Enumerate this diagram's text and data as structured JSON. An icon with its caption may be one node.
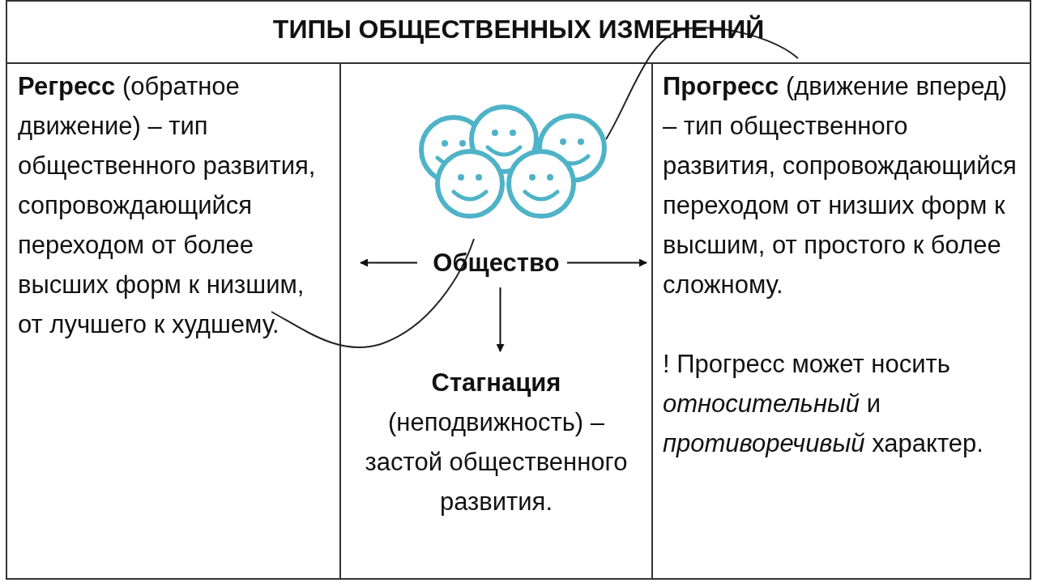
{
  "diagram": {
    "title": "ТИПЫ ОБЩЕСТВЕННЫХ ИЗМЕНЕНИЙ",
    "nodes": [
      {
        "text": [
          "**Регресс** (обратное движение) – тип общественного развития, сопровождающийся переходом от более высших форм к низшим, от лучшего к худшему."
        ]
      },
      {
        "text": [
          "Общество"
        ]
      },
      {
        "text": [
          "Стагнация",
          "(неподвижность) – застой общественного развития."
        ]
      },
      {
        "text": [
          "**Прогресс** (движение вперед) – тип общественного развития, сопровождающийся переходом от низших форм к высшим, от простого к более сложному.",
          "! Прогресс может носить *относительный* и *противоречивый* характер."
        ]
      }
    ],
    "edges": [
      {
        "from": 1,
        "to": 0,
        "arrow": "to"
      },
      {
        "from": 1,
        "to": 3,
        "arrow": "to"
      },
      {
        "from": 1,
        "to": 2,
        "arrow": "to"
      }
    ]
  }
}
